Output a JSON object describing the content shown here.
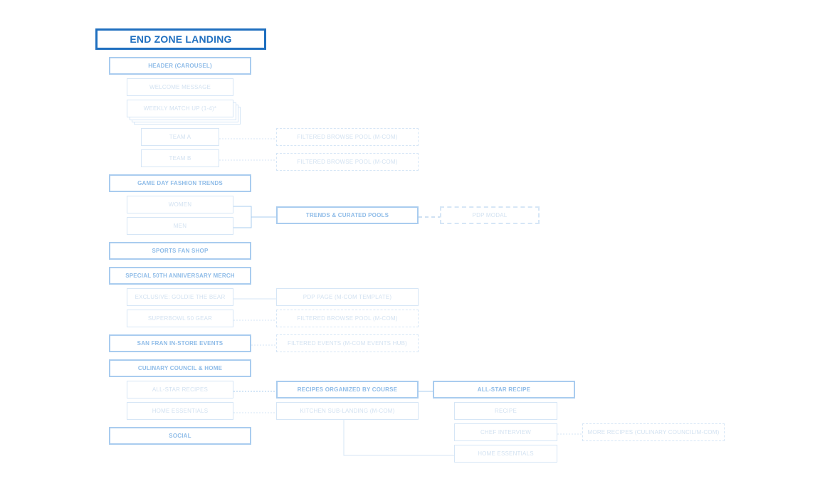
{
  "title": "END ZONE LANDING",
  "header": {
    "label": "HEADER (CAROUSEL)",
    "welcome": "WELCOME MESSAGE",
    "matchup": "WEEKLY MATCH UP (1-4)*",
    "team_a": "TEAM A",
    "team_b": "TEAM B",
    "pool_a": "FILTERED BROWSE POOL (M-COM)",
    "pool_b": "FILTERED BROWSE POOL (M-COM)"
  },
  "fashion": {
    "label": "GAME DAY FASHION TRENDS",
    "women": "WOMEN",
    "men": "MEN",
    "trends": "TRENDS & CURATED POOLS",
    "pdp_modal": "PDP MODAL"
  },
  "fan_shop": {
    "label": "SPORTS FAN SHOP"
  },
  "anniversary": {
    "label": "SPECIAL 50TH ANNIVERSARY MERCH",
    "goldie": "EXCLUSIVE: GOLDIE THE BEAR",
    "pdp_page": "PDP PAGE (M-COM TEMPLATE)",
    "gear": "SUPERBOWL 50 GEAR",
    "gear_pool": "FILTERED BROWSE POOL (M-COM)"
  },
  "events": {
    "label": "SAN FRAN IN-STORE EVENTS",
    "filtered": "FILTERED EVENTS (M-COM EVENTS HUB)"
  },
  "culinary": {
    "label": "CULINARY COUNCIL & HOME",
    "recipes": "ALL-STAR RECIPES",
    "home": "HOME ESSENTIALS",
    "by_course": "RECIPES ORGANIZED BY COURSE",
    "kitchen": "KITCHEN SUB-LANDING (M-COM)",
    "allstar": "ALL-STAR RECIPE",
    "recipe": "RECIPE",
    "chef": "CHEF INTERVIEW",
    "more": "MORE RECIPES (CULINARY COUNCIL/M-COM)",
    "home2": "HOME ESSENTIALS"
  },
  "social": {
    "label": "SOCIAL"
  }
}
